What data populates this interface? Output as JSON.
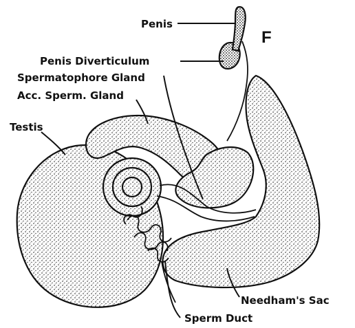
{
  "figure": {
    "panel_letter": "F",
    "labels": {
      "penis": "Penis",
      "penis_diverticulum": "Penis Diverticulum",
      "spermatophore_gland": "Spermatophore Gland",
      "acc_sperm_gland": "Acc. Sperm. Gland",
      "testis": "Testis",
      "needhams_sac": "Needham's Sac",
      "sperm_duct": "Sperm Duct"
    }
  }
}
